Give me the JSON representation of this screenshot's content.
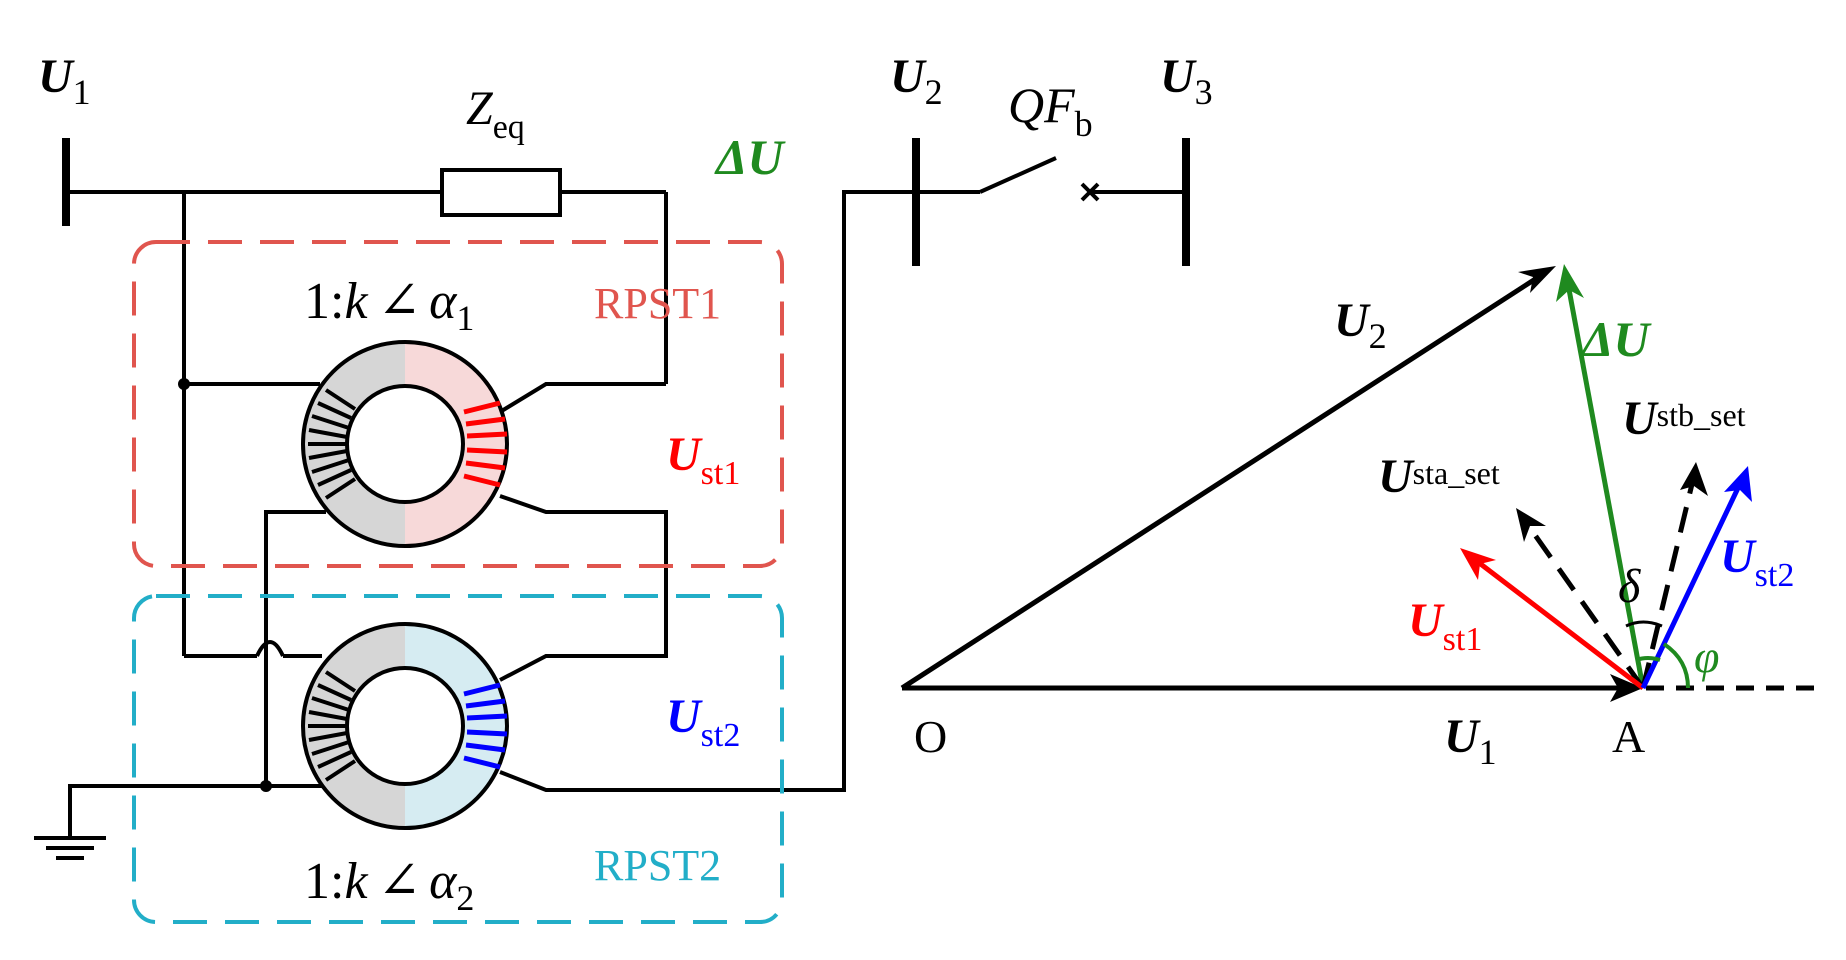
{
  "colors": {
    "ink": "#000000",
    "rpst1_box": "#e0554e",
    "rpst2_box": "#22aec8",
    "red": "#ff0000",
    "blue": "#0000ff",
    "green": "#1f8a1f",
    "gray_core": "#d6d6d6",
    "pink_core": "#f7d9d9",
    "cyan_core": "#d6ecf2"
  },
  "circuit": {
    "bus1": {
      "main": "U",
      "sub": "1"
    },
    "bus2": {
      "main": "U",
      "sub": "2"
    },
    "bus3": {
      "main": "U",
      "sub": "3"
    },
    "zeq": {
      "main": "Z",
      "sub": "eq"
    },
    "breaker": {
      "main": "QF",
      "sub": "b"
    },
    "delta_u": "ΔU",
    "rpst1": {
      "label": "RPST1",
      "ratio_prefix": "1:",
      "k": "k",
      "angle": "∠",
      "alpha": "α",
      "alpha_sub": "1",
      "ust": {
        "main": "U",
        "sub": "st1"
      }
    },
    "rpst2": {
      "label": "RPST2",
      "ratio_prefix": "1:",
      "k": "k",
      "angle": "∠",
      "alpha": "α",
      "alpha_sub": "2",
      "ust": {
        "main": "U",
        "sub": "st2"
      }
    }
  },
  "phasor": {
    "point_o": "O",
    "point_a": "A",
    "u1": {
      "main": "U",
      "sub": "1"
    },
    "u2": {
      "main": "U",
      "sub": "2"
    },
    "delta_u": "ΔU",
    "ust1": {
      "main": "U",
      "sub": "st1"
    },
    "ust2": {
      "main": "U",
      "sub": "st2"
    },
    "usta_set": {
      "main": "U",
      "sub": "sta_set"
    },
    "ustb_set": {
      "main": "U",
      "sub": "stb_set"
    },
    "delta": "δ",
    "phi": "φ"
  }
}
